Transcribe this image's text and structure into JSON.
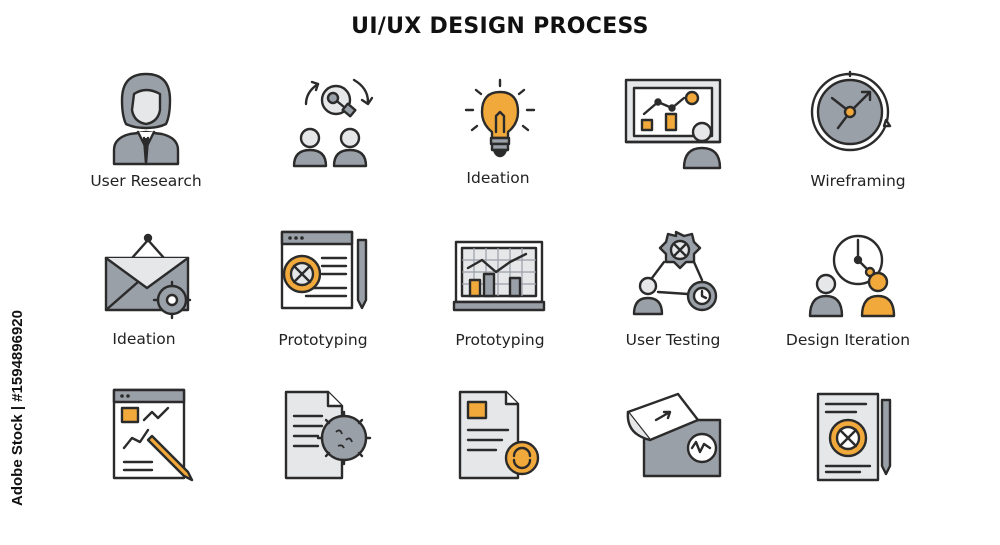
{
  "title": "UI/UX DESIGN PROCESS",
  "colors": {
    "outline": "#2b2b2b",
    "gray": "#9aa0a8",
    "light_gray": "#e6e7e9",
    "accent": "#f2a93b",
    "background": "#ffffff"
  },
  "labels": {
    "user_research": "User Research",
    "ideation_bulb": "Ideation",
    "wireframing": "Wireframing",
    "ideation_envelope": "Ideation",
    "prototyping_document": "Prototyping",
    "prototyping_monitor": "Prototyping",
    "user_testing": "User Testing",
    "design_iteration": "Design Iteration"
  },
  "watermark": "Adobe Stock | #1594896920",
  "icons": [
    "user-avatar",
    "sync-users",
    "lightbulb",
    "analytics-presentation",
    "compass-clock",
    "hanging-envelope",
    "document-cancel",
    "monitor-chart",
    "testing-network",
    "users-clock",
    "browser-sketch",
    "document-gear",
    "document-refresh",
    "folder-graph",
    "document-pen"
  ]
}
